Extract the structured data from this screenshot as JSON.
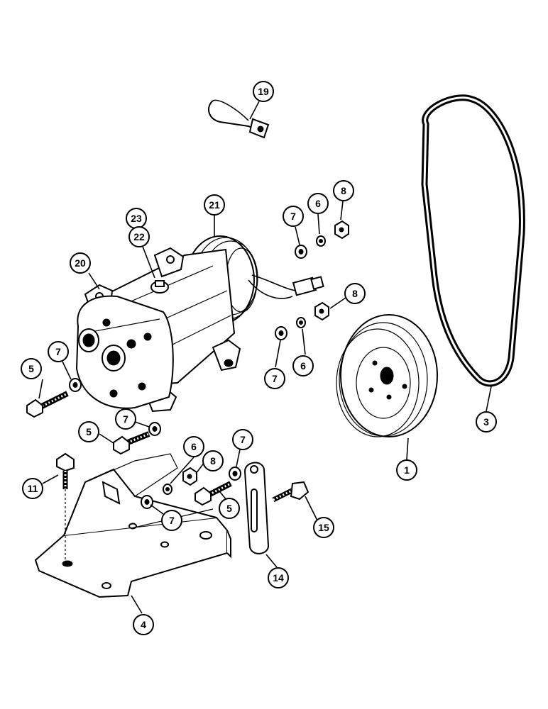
{
  "diagram": {
    "callouts": [
      {
        "id": "c19",
        "label": "19"
      },
      {
        "id": "c21",
        "label": "21"
      },
      {
        "id": "c23",
        "label": "23"
      },
      {
        "id": "c22",
        "label": "22"
      },
      {
        "id": "c20",
        "label": "20"
      },
      {
        "id": "c7a",
        "label": "7"
      },
      {
        "id": "c6a",
        "label": "6"
      },
      {
        "id": "c8a",
        "label": "8"
      },
      {
        "id": "c8b",
        "label": "8"
      },
      {
        "id": "c5a",
        "label": "5"
      },
      {
        "id": "c7b",
        "label": "7"
      },
      {
        "id": "c7c",
        "label": "7"
      },
      {
        "id": "c6b",
        "label": "6"
      },
      {
        "id": "c7d",
        "label": "7"
      },
      {
        "id": "c5b",
        "label": "5"
      },
      {
        "id": "c6c",
        "label": "6"
      },
      {
        "id": "c8c",
        "label": "8"
      },
      {
        "id": "c7e",
        "label": "7"
      },
      {
        "id": "c11",
        "label": "11"
      },
      {
        "id": "c5c",
        "label": "5"
      },
      {
        "id": "c7f",
        "label": "7"
      },
      {
        "id": "c15",
        "label": "15"
      },
      {
        "id": "c14",
        "label": "14"
      },
      {
        "id": "c4",
        "label": "4"
      },
      {
        "id": "c1",
        "label": "1"
      },
      {
        "id": "c3",
        "label": "3"
      }
    ]
  }
}
